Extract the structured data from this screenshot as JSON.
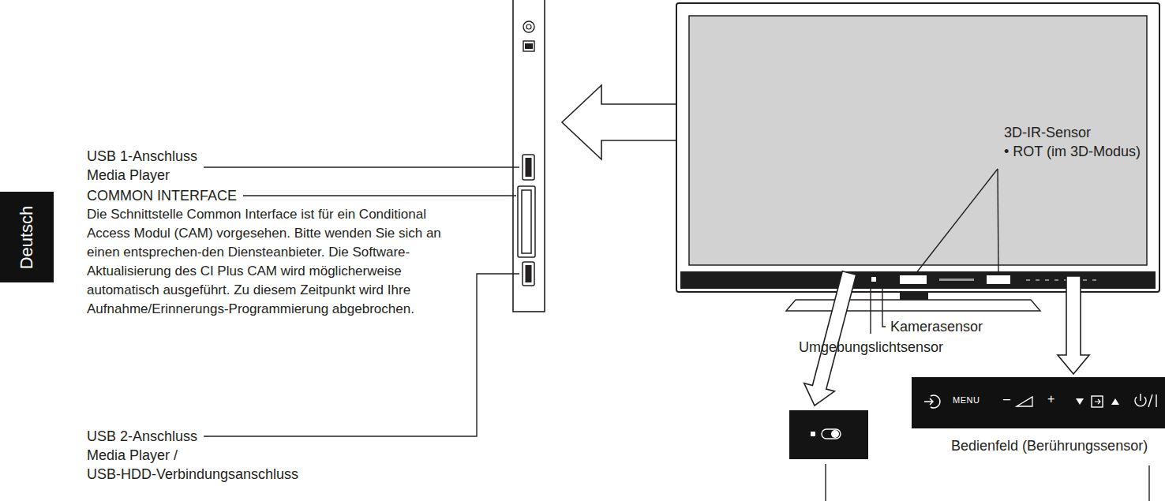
{
  "diagram": {
    "nodes": [
      {
        "text": [
          "Deutsch"
        ]
      },
      {
        "text": [
          "MENU",
          "–",
          "+"
        ]
      }
    ],
    "labels": [
      "USB 1-Anschluss",
      "Media Player",
      "COMMON INTERFACE",
      "Die Schnittstelle Common Interface ist für ein Conditional Access Modul (CAM) vorgesehen. Bitte wenden Sie sich an einen entsprechen-den Diensteanbieter. Die Software-Aktualisierung des CI Plus CAM wird möglicherweise automatisch ausgeführt. Zu diesem Zeitpunkt wird Ihre Aufnahme/Erinnerungs-Programmierung abgebrochen.",
      "USB 2-Anschluss",
      "Media Player /",
      "USB-HDD-Verbindungsanschluss",
      "3D-IR-Sensor",
      "• ROT (im 3D-Modus)",
      "Kamerasensor",
      "Umgebungslichtsensor",
      "Bedienfeld (Berührungssensor)"
    ]
  }
}
